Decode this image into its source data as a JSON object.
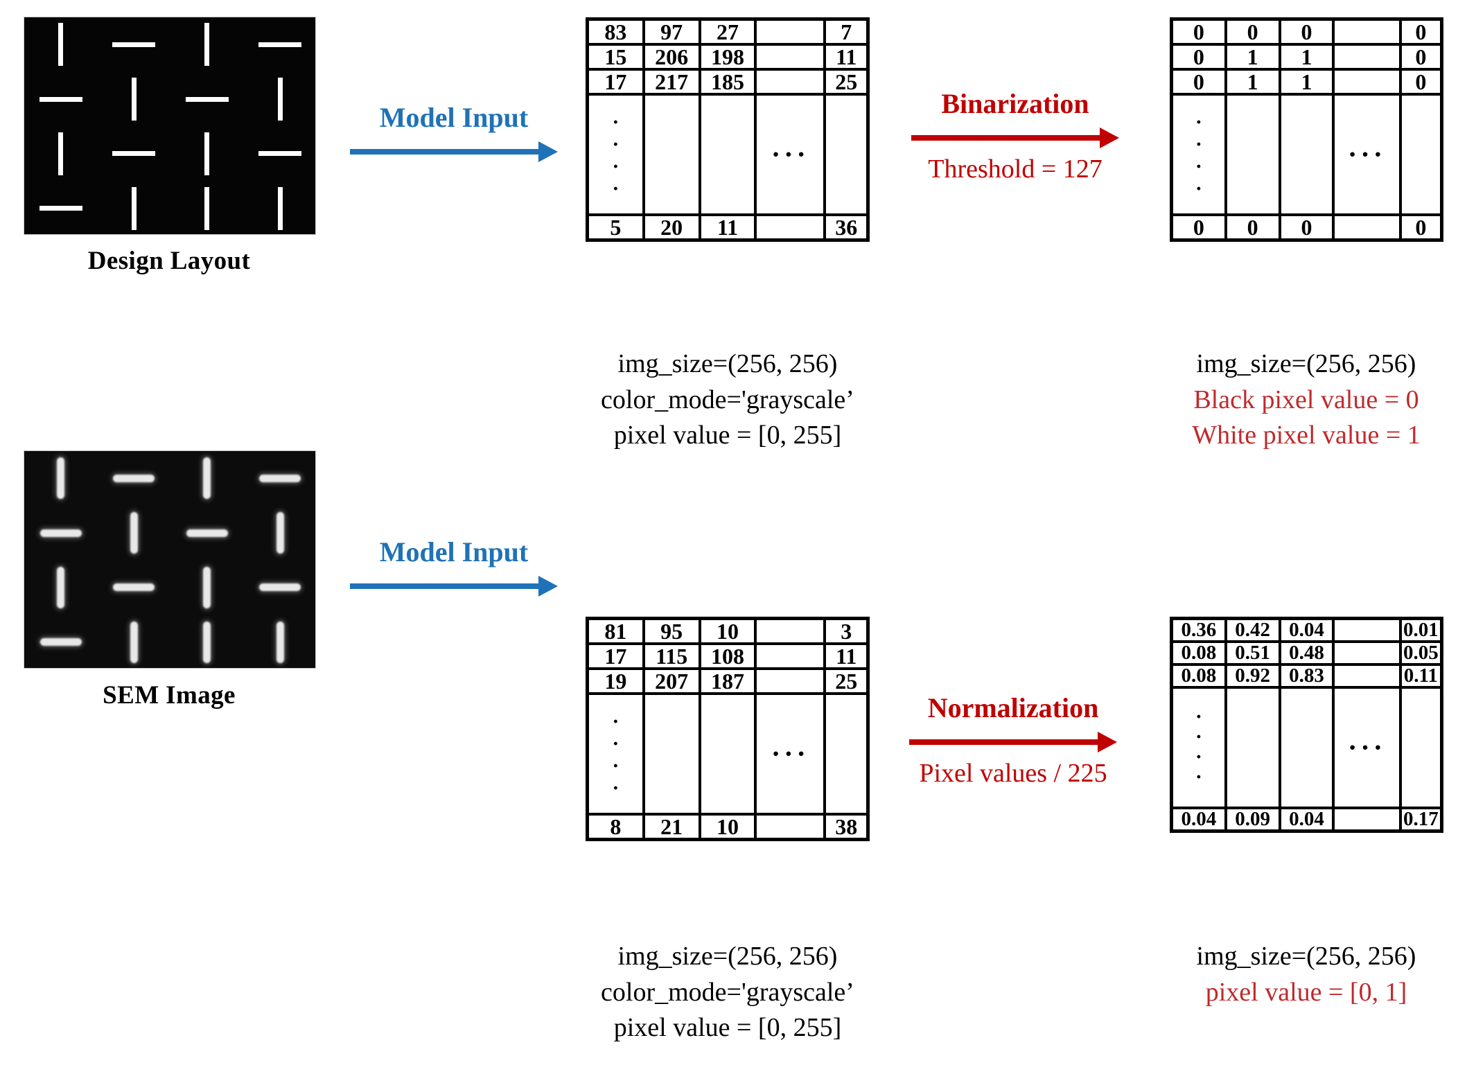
{
  "figure": {
    "title": "Image preprocessing pipeline for design layout and SEM image"
  },
  "rows": [
    {
      "id": "design-layout-row",
      "source_image": {
        "label": "Design Layout",
        "kind": "binary-design-layout",
        "background_color": "#050505",
        "bar_color": "#fdfdfd"
      },
      "arrow_in": {
        "label": "Model Input",
        "sublabel": "",
        "color": "#1f72b8"
      },
      "matrix_in": {
        "name": "grayscale-pixel-matrix",
        "rows": [
          [
            "83",
            "97",
            "27",
            "",
            "7"
          ],
          [
            "15",
            "206",
            "198",
            "",
            "11"
          ],
          [
            "17",
            "217",
            "185",
            "",
            "25"
          ],
          [
            "⋮",
            "",
            "",
            "…",
            ""
          ],
          [
            "5",
            "20",
            "11",
            "",
            "36"
          ]
        ]
      },
      "caption_in": {
        "lines": [
          {
            "text": "img_size=(256, 256)",
            "color": "#000000"
          },
          {
            "text": "color_mode='grayscale’",
            "color": "#000000"
          },
          {
            "text": "pixel value = [0, 255]",
            "color": "#000000"
          }
        ]
      },
      "arrow_out": {
        "label": "Binarization",
        "sublabel": "Threshold = 127",
        "color": "#c00000"
      },
      "matrix_out": {
        "name": "binarized-pixel-matrix",
        "rows": [
          [
            "0",
            "0",
            "0",
            "",
            "0"
          ],
          [
            "0",
            "1",
            "1",
            "",
            "0"
          ],
          [
            "0",
            "1",
            "1",
            "",
            "0"
          ],
          [
            "⋮",
            "",
            "",
            "…",
            ""
          ],
          [
            "0",
            "0",
            "0",
            "",
            "0"
          ]
        ]
      },
      "caption_out": {
        "lines": [
          {
            "text": "img_size=(256, 256)",
            "color": "#000000"
          },
          {
            "text": "Black pixel value = 0",
            "color": "#c0292b"
          },
          {
            "text": "White pixel value = 1",
            "color": "#c0292b"
          }
        ]
      }
    },
    {
      "id": "sem-image-row",
      "source_image": {
        "label": "SEM Image",
        "kind": "sem-grayscale-image",
        "background_color": "#0c0c0c",
        "bar_color": "#e8e8e8"
      },
      "arrow_in": {
        "label": "Model Input",
        "sublabel": "",
        "color": "#1f72b8"
      },
      "matrix_in": {
        "name": "grayscale-pixel-matrix",
        "rows": [
          [
            "81",
            "95",
            "10",
            "",
            "3"
          ],
          [
            "17",
            "115",
            "108",
            "",
            "11"
          ],
          [
            "19",
            "207",
            "187",
            "",
            "25"
          ],
          [
            "⋮",
            "",
            "",
            "…",
            ""
          ],
          [
            "8",
            "21",
            "10",
            "",
            "38"
          ]
        ]
      },
      "caption_in": {
        "lines": [
          {
            "text": "img_size=(256, 256)",
            "color": "#000000"
          },
          {
            "text": "color_mode='grayscale’",
            "color": "#000000"
          },
          {
            "text": "pixel value = [0, 255]",
            "color": "#000000"
          }
        ]
      },
      "arrow_out": {
        "label": "Normalization",
        "sublabel": "Pixel values / 225",
        "color": "#c00000"
      },
      "matrix_out": {
        "name": "normalized-pixel-matrix",
        "rows": [
          [
            "0.36",
            "0.42",
            "0.04",
            "",
            "0.01"
          ],
          [
            "0.08",
            "0.51",
            "0.48",
            "",
            "0.05"
          ],
          [
            "0.08",
            "0.92",
            "0.83",
            "",
            "0.11"
          ],
          [
            "⋮",
            "",
            "",
            "…",
            ""
          ],
          [
            "0.04",
            "0.09",
            "0.04",
            "",
            "0.17"
          ]
        ]
      },
      "caption_out": {
        "lines": [
          {
            "text": "img_size=(256, 256)",
            "color": "#000000"
          },
          {
            "text": "pixel value = [0, 1]",
            "color": "#c0292b"
          }
        ]
      }
    }
  ],
  "layout_bars": {
    "design": [
      {
        "o": "v",
        "c": 0,
        "r": 0
      },
      {
        "o": "h",
        "c": 1,
        "r": 0
      },
      {
        "o": "v",
        "c": 2,
        "r": 0
      },
      {
        "o": "h",
        "c": 3,
        "r": 0
      },
      {
        "o": "h",
        "c": 0,
        "r": 1
      },
      {
        "o": "v",
        "c": 1,
        "r": 1
      },
      {
        "o": "h",
        "c": 2,
        "r": 1
      },
      {
        "o": "v",
        "c": 3,
        "r": 1
      },
      {
        "o": "v",
        "c": 0,
        "r": 2
      },
      {
        "o": "h",
        "c": 1,
        "r": 2
      },
      {
        "o": "v",
        "c": 2,
        "r": 2
      },
      {
        "o": "h",
        "c": 3,
        "r": 2
      },
      {
        "o": "h",
        "c": 0,
        "r": 3
      },
      {
        "o": "v",
        "c": 1,
        "r": 3
      },
      {
        "o": "v",
        "c": 2,
        "r": 3
      },
      {
        "o": "v",
        "c": 3,
        "r": 3
      }
    ],
    "sem": [
      {
        "o": "v",
        "c": 0,
        "r": 0
      },
      {
        "o": "h",
        "c": 1,
        "r": 0
      },
      {
        "o": "v",
        "c": 2,
        "r": 0
      },
      {
        "o": "h",
        "c": 3,
        "r": 0
      },
      {
        "o": "h",
        "c": 0,
        "r": 1
      },
      {
        "o": "v",
        "c": 1,
        "r": 1
      },
      {
        "o": "h",
        "c": 2,
        "r": 1
      },
      {
        "o": "v",
        "c": 3,
        "r": 1
      },
      {
        "o": "v",
        "c": 0,
        "r": 2
      },
      {
        "o": "h",
        "c": 1,
        "r": 2
      },
      {
        "o": "v",
        "c": 2,
        "r": 2
      },
      {
        "o": "h",
        "c": 3,
        "r": 2
      },
      {
        "o": "h",
        "c": 0,
        "r": 3
      },
      {
        "o": "v",
        "c": 1,
        "r": 3
      },
      {
        "o": "v",
        "c": 2,
        "r": 3
      },
      {
        "o": "v",
        "c": 3,
        "r": 3
      }
    ]
  }
}
